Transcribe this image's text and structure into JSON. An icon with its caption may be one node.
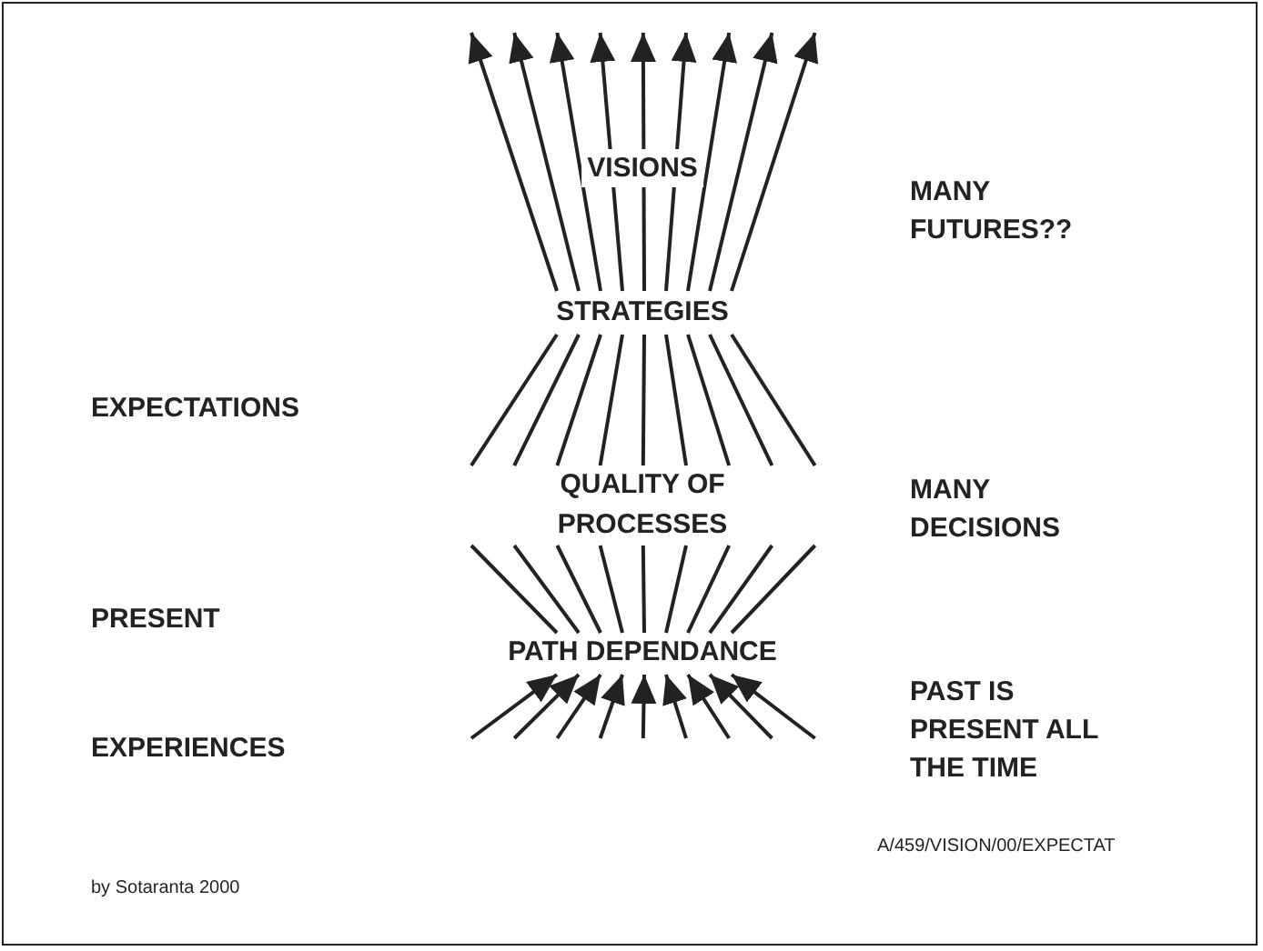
{
  "diagram": {
    "nodes": [
      {
        "text": [
          "STRATEGIES"
        ]
      },
      {
        "text": [
          "QUALITY OF PROCESSES"
        ]
      },
      {
        "text": [
          "PATH DEPENDANCE"
        ]
      }
    ],
    "edges": [
      {
        "from": 0,
        "to": null,
        "arrow": "to"
      },
      {
        "from": 0,
        "to": null,
        "arrow": "to"
      },
      {
        "from": 0,
        "to": null,
        "arrow": "to"
      },
      {
        "from": 0,
        "to": null,
        "arrow": "to"
      },
      {
        "from": 0,
        "to": null,
        "arrow": "to"
      },
      {
        "from": 0,
        "to": null,
        "arrow": "to"
      },
      {
        "from": 0,
        "to": null,
        "arrow": "to"
      },
      {
        "from": 0,
        "to": null,
        "arrow": "to"
      },
      {
        "from": 0,
        "to": null,
        "arrow": "to"
      },
      {
        "from": 0,
        "to": 1,
        "arrow": "none"
      },
      {
        "from": 0,
        "to": 1,
        "arrow": "none"
      },
      {
        "from": 0,
        "to": 1,
        "arrow": "none"
      },
      {
        "from": 0,
        "to": 1,
        "arrow": "none"
      },
      {
        "from": 0,
        "to": 1,
        "arrow": "none"
      },
      {
        "from": 0,
        "to": 1,
        "arrow": "none"
      },
      {
        "from": 0,
        "to": 1,
        "arrow": "none"
      },
      {
        "from": 0,
        "to": 1,
        "arrow": "none"
      },
      {
        "from": 0,
        "to": 1,
        "arrow": "none"
      },
      {
        "from": 1,
        "to": 2,
        "arrow": "none"
      },
      {
        "from": 1,
        "to": 2,
        "arrow": "none"
      },
      {
        "from": 1,
        "to": 2,
        "arrow": "none"
      },
      {
        "from": 1,
        "to": 2,
        "arrow": "none"
      },
      {
        "from": 1,
        "to": 2,
        "arrow": "none"
      },
      {
        "from": 1,
        "to": 2,
        "arrow": "none"
      },
      {
        "from": 1,
        "to": 2,
        "arrow": "none"
      },
      {
        "from": 1,
        "to": 2,
        "arrow": "none"
      },
      {
        "from": 1,
        "to": 2,
        "arrow": "none"
      },
      {
        "from": null,
        "to": 2,
        "arrow": "to"
      },
      {
        "from": null,
        "to": 2,
        "arrow": "to"
      },
      {
        "from": null,
        "to": 2,
        "arrow": "to"
      },
      {
        "from": null,
        "to": 2,
        "arrow": "to"
      },
      {
        "from": null,
        "to": 2,
        "arrow": "to"
      },
      {
        "from": null,
        "to": 2,
        "arrow": "to"
      },
      {
        "from": null,
        "to": 2,
        "arrow": "to"
      },
      {
        "from": null,
        "to": 2,
        "arrow": "to"
      },
      {
        "from": null,
        "to": 2,
        "arrow": "to"
      }
    ],
    "labels": [
      "VISIONS",
      "MANY FUTURES??",
      "EXPECTATIONS",
      "MANY DECISIONS",
      "PRESENT",
      "PAST IS PRESENT ALL THE TIME",
      "EXPERIENCES",
      "A/459/VISION/00/EXPECTAT",
      "by Sotaranta 2000"
    ]
  }
}
